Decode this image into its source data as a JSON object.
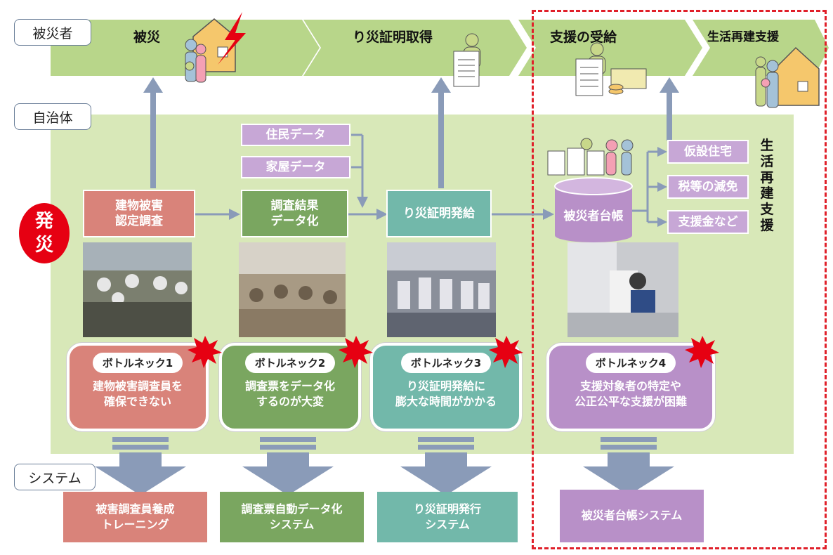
{
  "row_labels": {
    "victim": "被災者",
    "municipality": "自治体",
    "system": "システム"
  },
  "stages": [
    "被災",
    "り災証明取得",
    "支援の受給",
    "生活再建支援"
  ],
  "disaster_badge": [
    "発",
    "災"
  ],
  "process_boxes": {
    "building_survey": "建物被害\n認定調査",
    "resident_data": "住民データ",
    "house_data": "家屋データ",
    "survey_data": "調査結果\nデータ化",
    "certificate": "り災証明発給",
    "ledger": "被災者台帳"
  },
  "supports": [
    "仮設住宅",
    "税等の減免",
    "支援金など"
  ],
  "vertical_label": "生活再建支援",
  "bottlenecks": [
    {
      "title": "ボトルネック1",
      "desc": "建物被害調査員を\n確保できない"
    },
    {
      "title": "ボトルネック2",
      "desc": "調査票をデータ化\nするのが大変"
    },
    {
      "title": "ボトルネック3",
      "desc": "り災証明発給に\n膨大な時間がかかる"
    },
    {
      "title": "ボトルネック4",
      "desc": "支援対象者の特定や\n公正公平な支援が困難"
    }
  ],
  "systems": [
    "被害調査員養成\nトレーニング",
    "調査票自動データ化\nシステム",
    "り災証明発行\nシステム",
    "被災者台帳システム"
  ],
  "colors": {
    "salmon": "#d9837a",
    "green": "#7aa660",
    "teal": "#72b8aa",
    "purple": "#b890c8",
    "band": "#b8d68a",
    "arrow": "#8a9bb8",
    "dash": "#e0202a",
    "burst": "#e60012"
  },
  "icons": [
    "family-icon",
    "house-icon",
    "lightning-icon",
    "person-icon",
    "document-icon",
    "money-icon",
    "burst-icon",
    "photo-survey",
    "photo-data-entry",
    "photo-counter",
    "photo-consultation"
  ]
}
